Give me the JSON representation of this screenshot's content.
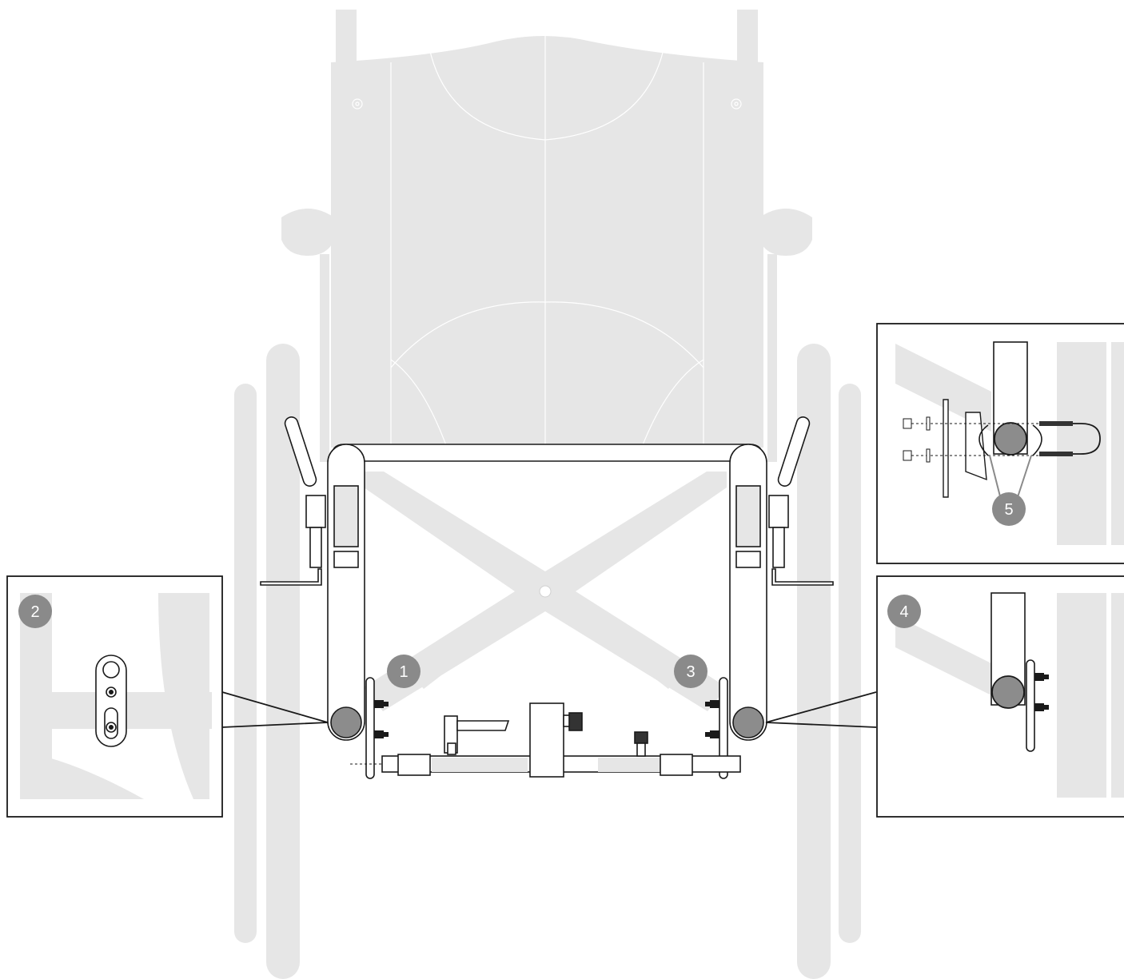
{
  "diagram": {
    "colors": {
      "ghost_fill": "#e6e6e6",
      "ghost_line": "#ffffff",
      "ink": "#1a1a1a",
      "hub_fill": "#8c8c8c",
      "callout_fill": "#8a8a8a",
      "callout_text": "#ffffff"
    },
    "callouts": [
      {
        "id": "1",
        "label": "1"
      },
      {
        "id": "2",
        "label": "2"
      },
      {
        "id": "3",
        "label": "3"
      },
      {
        "id": "4",
        "label": "4"
      },
      {
        "id": "5",
        "label": "5"
      }
    ]
  }
}
